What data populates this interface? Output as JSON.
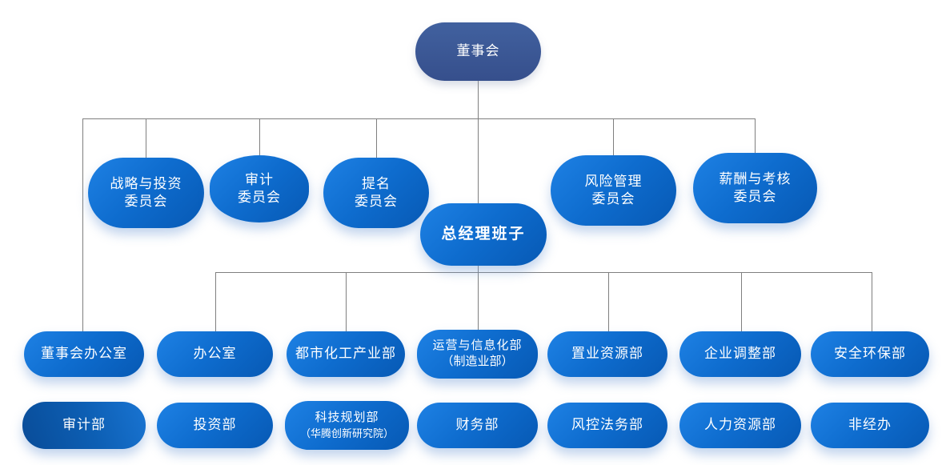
{
  "colors": {
    "node_blue_light": "#1E81E4",
    "node_blue_dark": "#0759B4",
    "board_blue_top": "#41619F",
    "board_blue_bottom": "#364F8C",
    "audit_dark_blue": "#094C98",
    "connector_gray": "#7F7F7F",
    "text_white": "#FFFFFF",
    "background": "#FFFFFF"
  },
  "nodes": [
    {
      "id": "board",
      "label": "董事会"
    },
    {
      "id": "strategy-investment-committee",
      "label": "战略与投资",
      "label2": "委员会"
    },
    {
      "id": "audit-committee",
      "label": "审计",
      "label2": "委员会"
    },
    {
      "id": "nomination-committee",
      "label": "提名",
      "label2": "委员会"
    },
    {
      "id": "risk-management-committee",
      "label": "风险管理",
      "label2": "委员会"
    },
    {
      "id": "compensation-assessment-committee",
      "label": "薪酬与考核",
      "label2": "委员会"
    },
    {
      "id": "gm-team",
      "label": "总经理班子"
    },
    {
      "id": "board-office",
      "label": "董事会办公室"
    },
    {
      "id": "office",
      "label": "办公室"
    },
    {
      "id": "urban-chemical-industry-dept",
      "label": "都市化工产业部"
    },
    {
      "id": "operations-informatization-dept",
      "label": "运营与信息化部",
      "label2": "（制造业部）"
    },
    {
      "id": "realty-resources-dept",
      "label": "置业资源部"
    },
    {
      "id": "enterprise-adjustment-dept",
      "label": "企业调整部"
    },
    {
      "id": "safety-environment-dept",
      "label": "安全环保部"
    },
    {
      "id": "audit-dept",
      "label": "审计部"
    },
    {
      "id": "investment-dept",
      "label": "投资部"
    },
    {
      "id": "tech-planning-dept",
      "label": "科技规划部",
      "label2": "（华腾创新研究院）"
    },
    {
      "id": "finance-dept",
      "label": "财务部"
    },
    {
      "id": "risk-control-legal-dept",
      "label": "风控法务部"
    },
    {
      "id": "hr-dept",
      "label": "人力资源部"
    },
    {
      "id": "non-operating-office",
      "label": "非经办"
    }
  ]
}
